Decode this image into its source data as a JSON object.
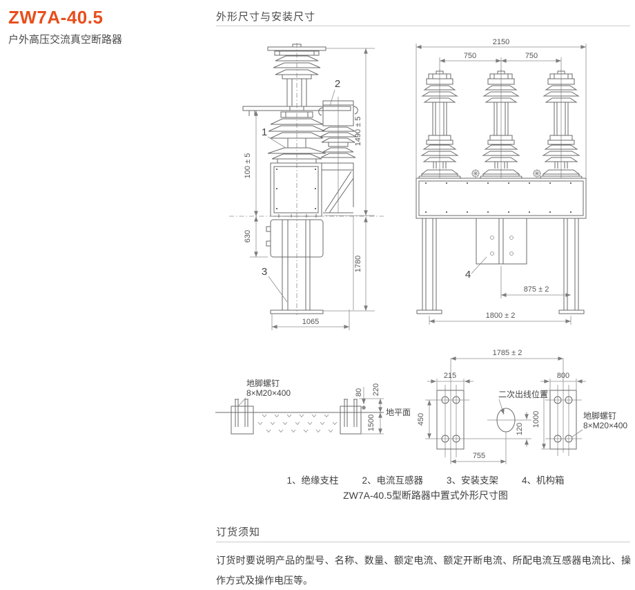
{
  "header": {
    "model": "ZW7A-40.5",
    "subtitle": "户外高压交流真空断路器"
  },
  "sections": {
    "dimensions_title": "外形尺寸与安装尺寸",
    "ordering_title": "订货须知"
  },
  "side_view": {
    "part1": "1",
    "part2": "2",
    "part3": "3",
    "dim_100": "100 ± 5",
    "dim_1490": "1490 ± 5",
    "dim_630": "630",
    "dim_1780": "1780",
    "dim_1065": "1065"
  },
  "front_view": {
    "part4": "4",
    "dim_2150": "2150",
    "dim_750_left": "750",
    "dim_750_right": "750",
    "dim_875": "875 ± 2",
    "dim_1800": "1800 ± 2"
  },
  "foundation_side": {
    "bolt_label_1": "地脚螺钉",
    "bolt_label_2": "8×M20×400",
    "ground_label": "地平面",
    "dim_80": "80",
    "dim_220": "220",
    "dim_1500": "1500"
  },
  "foundation_plan": {
    "outlet_label": "二次出线位置",
    "bolt_label_1": "地脚螺钉",
    "bolt_label_2": "8×M20×400",
    "dim_1785": "1785 ± 2",
    "dim_215": "215",
    "dim_800": "800",
    "dim_450": "450",
    "dim_1000": "1000",
    "dim_120": "120",
    "dim_755": "755"
  },
  "legend": {
    "items": [
      "1、绝缘支柱",
      "2、电流互感器",
      "3、安装支架",
      "4、机构箱"
    ]
  },
  "caption": "ZW7A-40.5型断路器中置式外形尺寸图",
  "ordering": {
    "body": "订货时要说明产品的型号、名称、数量、额定电流、额定开断电流、所配电流互感器电流比、操作方式及操作电压等。"
  },
  "colors": {
    "accent": "#e84e1b",
    "heading": "#4a4a4a",
    "drawing_line": "#6a6a6a",
    "dim_line": "#8d8d8d",
    "rule": "#c9ccce"
  }
}
